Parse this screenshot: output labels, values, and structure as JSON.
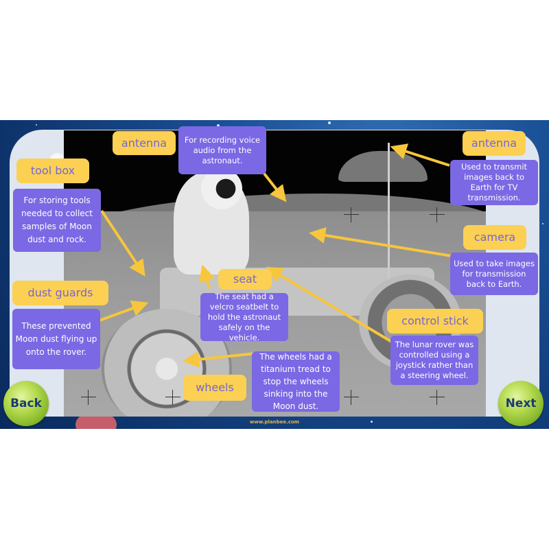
{
  "labels": {
    "antenna_left": "antenna",
    "antenna_right": "antenna",
    "tool_box": "tool box",
    "camera": "camera",
    "seat": "seat",
    "dust_guards": "dust guards",
    "control_stick": "control stick",
    "wheels": "wheels"
  },
  "descriptions": {
    "antenna_left": "For recording voice audio from the astronaut.",
    "antenna_right": "Used to transmit images back to Earth for TV transmission.",
    "tool_box": "For storing tools needed to collect samples of Moon dust and rock.",
    "camera": "Used to take images for transmission back to Earth.",
    "seat": "The seat had a velcro seatbelt to hold the astronaut safely on the vehicle.",
    "dust_guards": "These prevented Moon dust flying up onto the rover.",
    "control_stick": "The lunar rover was controlled using a joystick rather than a steering wheel.",
    "wheels": "The wheels had a titanium tread to stop the wheels sinking into the Moon dust."
  },
  "nav": {
    "back": "Back",
    "next": "Next"
  },
  "footer": {
    "website": "www.planbee.com"
  },
  "colors": {
    "label_bg": "#fcd053",
    "label_text": "#7466d8",
    "desc_bg": "#7b68e4",
    "arrow": "#f7c63c",
    "frame": "#1a4f95",
    "panel": "#dfe6ef"
  }
}
